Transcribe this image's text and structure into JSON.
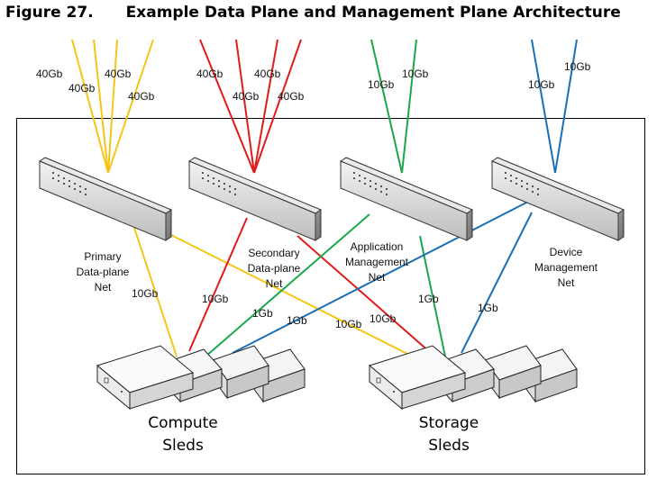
{
  "figure": {
    "number": "Figure 27.",
    "title": "Example Data Plane and Management Plane Architecture"
  },
  "networks": [
    {
      "label": [
        "Primary",
        "Data-plane",
        "Net"
      ],
      "color": "#f5c518",
      "uplink_speed": "40Gb",
      "sled_link_speed": "10Gb"
    },
    {
      "label": [
        "Secondary",
        "Data-plane",
        "Net"
      ],
      "color": "#e01b1b",
      "uplink_speed": "40Gb",
      "sled_link_speed": "10Gb"
    },
    {
      "label": [
        "Application",
        "Management",
        "Net"
      ],
      "color": "#1aa84a",
      "uplink_speed": "10Gb",
      "sled_link_speed": "1Gb"
    },
    {
      "label": [
        "Device",
        "Management",
        "Net"
      ],
      "color": "#1a6fb5",
      "uplink_speed": "10Gb",
      "sled_link_speed": "1Gb"
    }
  ],
  "sled_groups": [
    {
      "label": [
        "Compute",
        "Sleds"
      ]
    },
    {
      "label": [
        "Storage",
        "Sleds"
      ]
    }
  ],
  "link_labels": {
    "uplink_primary": [
      "40Gb",
      "40Gb",
      "40Gb",
      "40Gb"
    ],
    "uplink_secondary": [
      "40Gb",
      "40Gb",
      "40Gb",
      "40Gb"
    ],
    "uplink_app_mgmt": [
      "10Gb",
      "10Gb"
    ],
    "uplink_dev_mgmt": [
      "10Gb",
      "10Gb"
    ],
    "primary_to_compute": "10Gb",
    "secondary_to_compute": "10Gb",
    "app_mgmt_to_compute": "1Gb",
    "dev_mgmt_to_compute": "1Gb",
    "primary_to_storage": "10Gb",
    "secondary_to_storage": "10Gb",
    "app_mgmt_to_storage": "1Gb",
    "dev_mgmt_to_storage": "1Gb"
  }
}
